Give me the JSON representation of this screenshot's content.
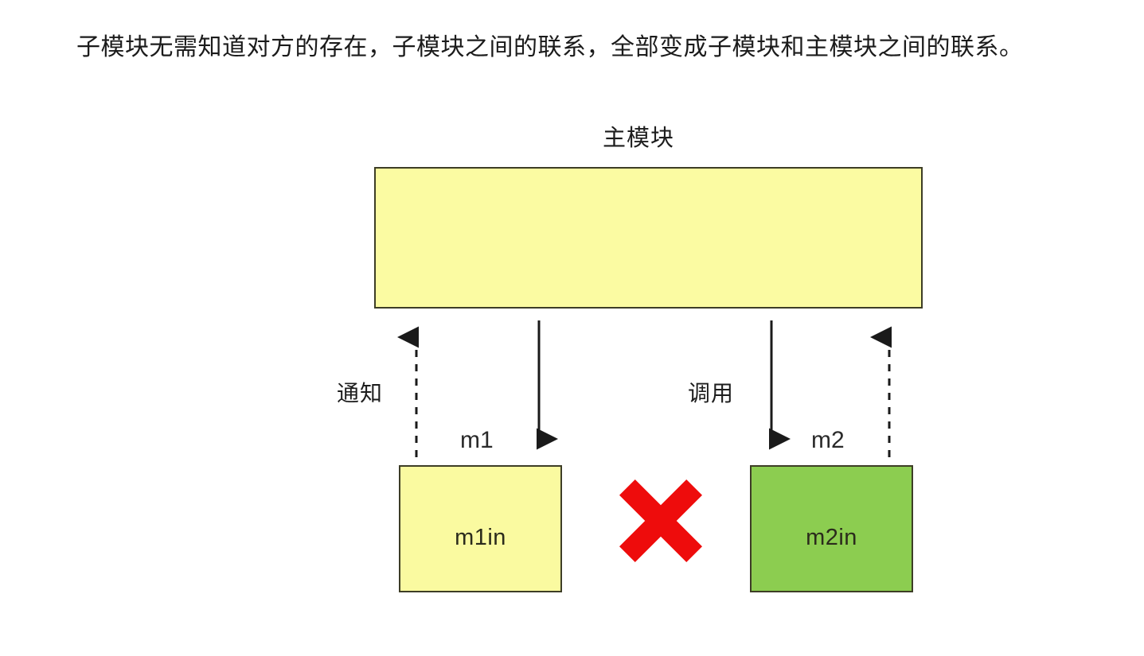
{
  "caption": {
    "text": "子模块无需知道对方的存在，子模块之间的联系，全部变成子模块和主模块之间的联系。"
  },
  "diagram": {
    "type": "block-diagram",
    "title": "主模块",
    "main_module": {
      "label": "主模块",
      "fill_color": "#fbfba2",
      "border_color": "#3d3d26"
    },
    "submodules": [
      {
        "name": "m1",
        "inner_label": "m1in",
        "fill_color": "#fafaa0",
        "border_color": "#3d3d26"
      },
      {
        "name": "m2",
        "inner_label": "m2in",
        "fill_color": "#8ccd50",
        "border_color": "#3d3d26"
      }
    ],
    "connections": [
      {
        "label": "通知",
        "direction": "up",
        "style": "dashed",
        "from": "m1",
        "to": "主模块"
      },
      {
        "label": "",
        "direction": "down",
        "style": "solid",
        "from": "主模块",
        "to": "m1"
      },
      {
        "label": "调用",
        "direction": "down",
        "style": "solid",
        "from": "主模块",
        "to": "m2"
      },
      {
        "label": "",
        "direction": "up",
        "style": "dashed",
        "from": "m2",
        "to": "主模块"
      }
    ],
    "forbidden_link": {
      "icon": "red-cross-icon",
      "color": "#ee0c0c",
      "meaning": "m1in 与 m2in 之间无直接联系"
    }
  }
}
